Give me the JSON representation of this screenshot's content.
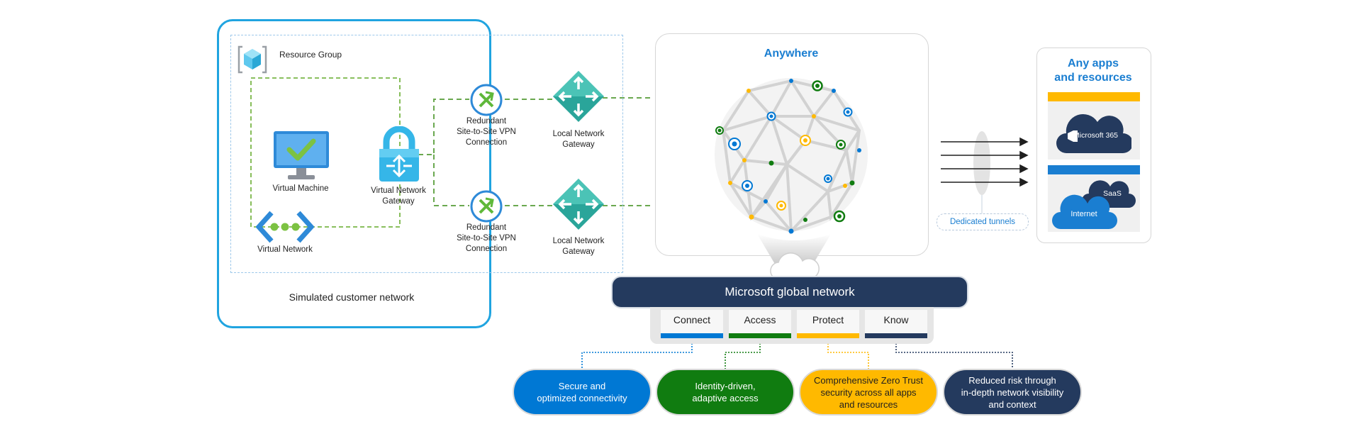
{
  "left_panel": {
    "resource_group_label": "Resource Group",
    "virtual_machine_label": "Virtual Machine",
    "virtual_network_label": "Virtual Network",
    "vnet_gateway_label_1": "Virtual Network",
    "vnet_gateway_label_2": "Gateway",
    "vpn_label_1": "Redundant",
    "vpn_label_2": "Site-to-Site VPN",
    "vpn_label_3": "Connection",
    "lng_label_1": "Local Network",
    "lng_label_2": "Gateway",
    "footer": "Simulated customer network"
  },
  "anywhere": {
    "title": "Anywhere"
  },
  "tunnels": {
    "label": "Dedicated tunnels"
  },
  "apps": {
    "title_1": "Any apps",
    "title_2": "and resources",
    "m365_label": "Microsoft 365",
    "saas_label": "SaaS",
    "internet_label": "Internet",
    "colors": {
      "m365_bar": "#ffb900",
      "internet_bar": "#1a7ed1",
      "cloud_dark": "#243a5e",
      "cloud_blue": "#1a7ed1"
    }
  },
  "network": {
    "banner": "Microsoft global network",
    "tabs": [
      {
        "label": "Connect",
        "color": "#0078d4"
      },
      {
        "label": "Access",
        "color": "#107c10"
      },
      {
        "label": "Protect",
        "color": "#ffb900"
      },
      {
        "label": "Know",
        "color": "#243a5e"
      }
    ]
  },
  "pills": [
    {
      "line1": "Secure and",
      "line2": "optimized connectivity",
      "line3": "",
      "color": "#0078d4"
    },
    {
      "line1": "Identity-driven,",
      "line2": "adaptive access",
      "line3": "",
      "color": "#107c10"
    },
    {
      "line1": "Comprehensive Zero Trust",
      "line2": "security across all apps",
      "line3": "and resources",
      "color": "#ffb900"
    },
    {
      "line1": "Reduced risk through",
      "line2": "in-depth network visibility",
      "line3": "and context",
      "color": "#243a5e"
    }
  ]
}
